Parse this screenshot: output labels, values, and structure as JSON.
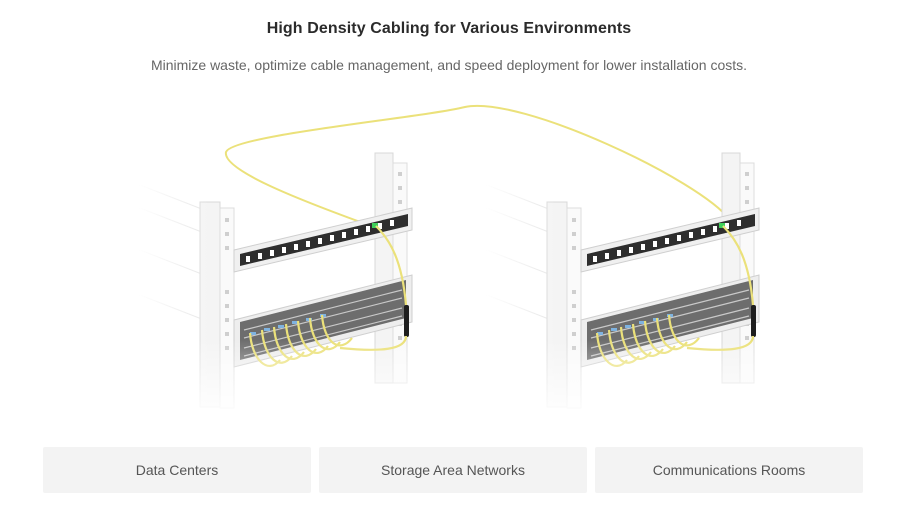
{
  "header": {
    "title": "High Density Cabling for Various Environments",
    "subtitle": "Minimize waste, optimize cable management, and speed deployment for lower installation costs."
  },
  "illustration": {
    "racks": [
      "left-rack",
      "right-rack"
    ],
    "cable_color": "#ebe17a"
  },
  "tabs": [
    {
      "label": "Data Centers"
    },
    {
      "label": "Storage Area Networks"
    },
    {
      "label": "Communications Rooms"
    }
  ]
}
